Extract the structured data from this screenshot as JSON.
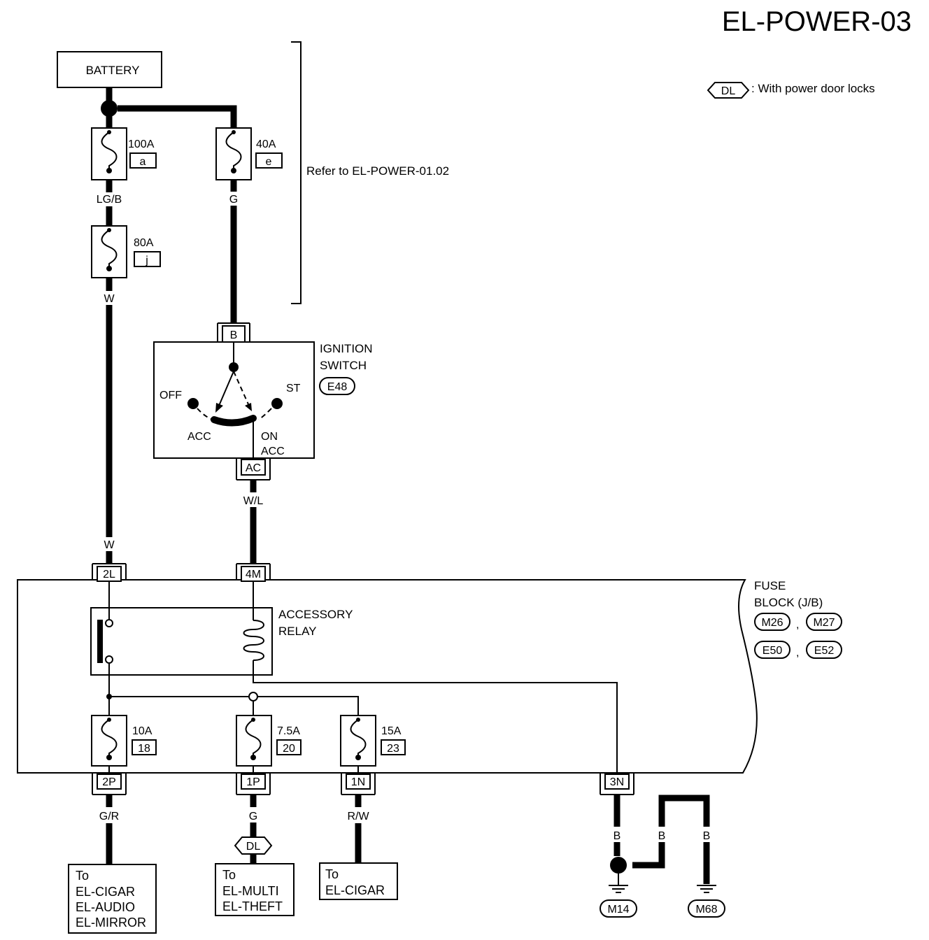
{
  "title": "EL-POWER-03",
  "legend": {
    "code": "DL",
    "text": ": With power door locks"
  },
  "refer_note": "Refer to EL-POWER-01.02",
  "battery": "BATTERY",
  "fuses": {
    "f100": {
      "amp": "100A",
      "id": "a"
    },
    "f40": {
      "amp": "40A",
      "id": "e"
    },
    "f80": {
      "amp": "80A",
      "id": "j"
    },
    "f10": {
      "amp": "10A",
      "id": "18"
    },
    "f7_5": {
      "amp": "7.5A",
      "id": "20"
    },
    "f15": {
      "amp": "15A",
      "id": "23"
    }
  },
  "wires": {
    "lgb": "LG/B",
    "g_top": "G",
    "w_mid": "W",
    "w_low": "W",
    "wl": "W/L",
    "gr": "G/R",
    "g_low": "G",
    "rw": "R/W",
    "b1": "B",
    "b2": "B",
    "b3": "B"
  },
  "ignition": {
    "name_line1": "IGNITION",
    "name_line2": "SWITCH",
    "connector": "E48",
    "terminal_top": "B",
    "terminal_bottom": "AC",
    "off": "OFF",
    "st": "ST",
    "acc": "ACC",
    "on_line1": "ON",
    "on_line2": "ACC"
  },
  "fuse_block": {
    "name_line1": "FUSE",
    "name_line2": "BLOCK (J/B)",
    "connectors": [
      "M26",
      "M27",
      "E50",
      "E52"
    ],
    "relay_line1": "ACCESSORY",
    "relay_line2": "RELAY",
    "terminals": {
      "t2l": "2L",
      "t4m": "4M",
      "t2p": "2P",
      "t1p": "1P",
      "t1n": "1N",
      "t3n": "3N"
    }
  },
  "dl_marker": "DL",
  "destinations": {
    "d1": [
      "To",
      "EL-CIGAR",
      "EL-AUDIO",
      "EL-MIRROR"
    ],
    "d2": [
      "To",
      "EL-MULTI",
      "EL-THEFT"
    ],
    "d3": [
      "To",
      "EL-CIGAR"
    ]
  },
  "grounds": {
    "g1": "M14",
    "g2": "M68"
  }
}
